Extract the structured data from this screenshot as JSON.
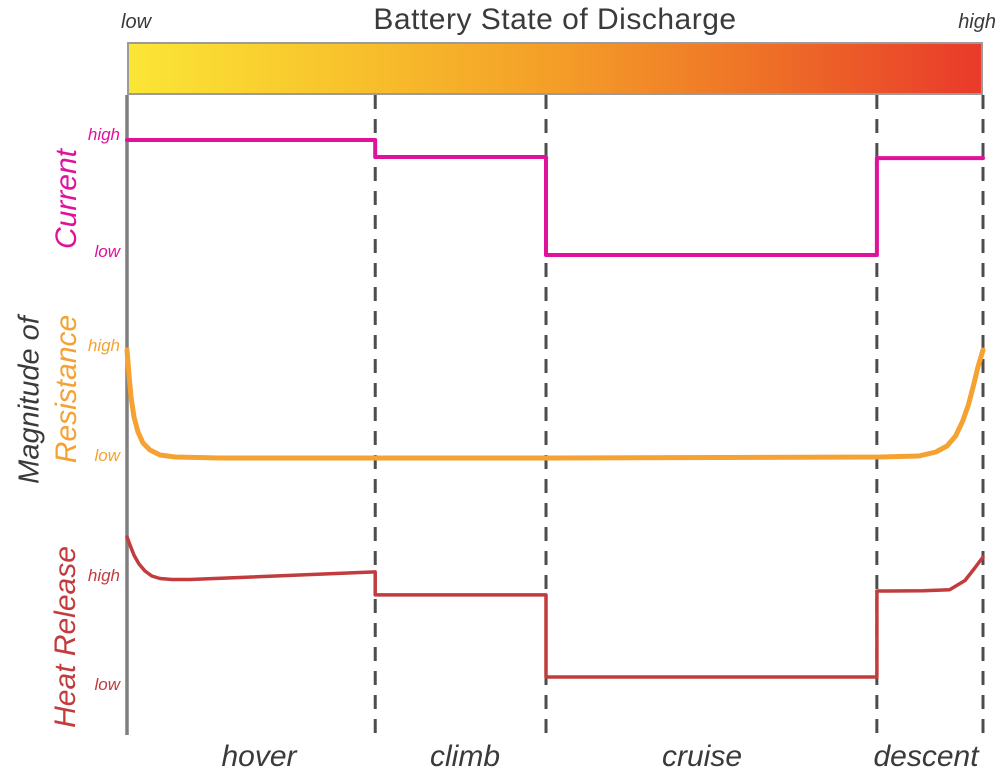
{
  "chart_data": {
    "type": "line",
    "title": "Battery State of Discharge",
    "x_axis": {
      "label": "Battery State of Discharge",
      "start_label": "low",
      "end_label": "high",
      "phases": [
        "hover",
        "climb",
        "cruise",
        "descent"
      ],
      "phase_boundaries_t": [
        0,
        0.29,
        0.4895,
        0.876,
        1
      ]
    },
    "y_axis": {
      "label": "Magnitude of",
      "high_label": "high",
      "low_label": "low"
    },
    "gradient_bar": {
      "stops": [
        "#FBE636",
        "#F8C32C",
        "#F49E28",
        "#EE6F27",
        "#E93A2B"
      ],
      "border_color": "#9b9b9b"
    },
    "encoding": "series points are [t,v]; t = fraction along discharge axis (0=low,1=high), v = magnitude where 0 = 'low' tick and 1 = 'high' tick",
    "series": [
      {
        "name": "Current",
        "color": "#E0119B",
        "high_label": "high",
        "low_label": "low",
        "levels_by_phase": [
          "high",
          "medium-high",
          "low",
          "medium-high"
        ],
        "points": [
          [
            0,
            0.94
          ],
          [
            0.29,
            0.94
          ],
          [
            0.29,
            0.793
          ],
          [
            0.4895,
            0.793
          ],
          [
            0.4895,
            -0.052
          ],
          [
            0.876,
            -0.052
          ],
          [
            0.876,
            0.784
          ],
          [
            1,
            0.784
          ]
        ]
      },
      {
        "name": "Resistance",
        "color": "#F5A233",
        "high_label": "high",
        "low_label": "low",
        "levels_by_phase": [
          "high at very start then low",
          "low",
          "low",
          "low then high at very end"
        ],
        "points": [
          [
            0,
            0.955
          ],
          [
            0.0023,
            0.73
          ],
          [
            0.0047,
            0.532
          ],
          [
            0.0082,
            0.351
          ],
          [
            0.0129,
            0.216
          ],
          [
            0.0187,
            0.117
          ],
          [
            0.0269,
            0.054
          ],
          [
            0.0386,
            0.009
          ],
          [
            0.0561,
            -0.009
          ],
          [
            0.1086,
            -0.018
          ],
          [
            0.5,
            -0.018
          ],
          [
            0.88,
            -0.009
          ],
          [
            0.925,
            0.0
          ],
          [
            0.945,
            0.036
          ],
          [
            0.958,
            0.09
          ],
          [
            0.968,
            0.18
          ],
          [
            0.976,
            0.31
          ],
          [
            0.983,
            0.46
          ],
          [
            0.989,
            0.64
          ],
          [
            0.994,
            0.8
          ],
          [
            1,
            0.955
          ]
        ]
      },
      {
        "name": "Heat Release",
        "color": "#C23B3D",
        "high_label": "high",
        "low_label": "low",
        "levels_by_phase": [
          "very high at start decaying to high",
          "medium-high",
          "low",
          "medium-high rising at end"
        ],
        "points": [
          [
            0,
            1.349
          ],
          [
            0.0035,
            1.275
          ],
          [
            0.0082,
            1.183
          ],
          [
            0.014,
            1.101
          ],
          [
            0.021,
            1.037
          ],
          [
            0.029,
            0.991
          ],
          [
            0.0386,
            0.968
          ],
          [
            0.0526,
            0.959
          ],
          [
            0.0736,
            0.959
          ],
          [
            0.29,
            1.028
          ],
          [
            0.29,
            0.817
          ],
          [
            0.4895,
            0.817
          ],
          [
            0.4895,
            0.064
          ],
          [
            0.876,
            0.064
          ],
          [
            0.876,
            0.853
          ],
          [
            0.93,
            0.855
          ],
          [
            0.961,
            0.865
          ],
          [
            0.979,
            0.95
          ],
          [
            0.99,
            1.06
          ],
          [
            1,
            1.165
          ]
        ]
      }
    ],
    "styles": {
      "axis_color": "#7f7f7f",
      "dashed_line_color": "#4d4d4d",
      "text_color": "#3a3a3c"
    },
    "layout_hints": {
      "grid": "off",
      "legend": "colored rotated labels on left side",
      "phase_separators": "vertical dashed lines"
    }
  }
}
